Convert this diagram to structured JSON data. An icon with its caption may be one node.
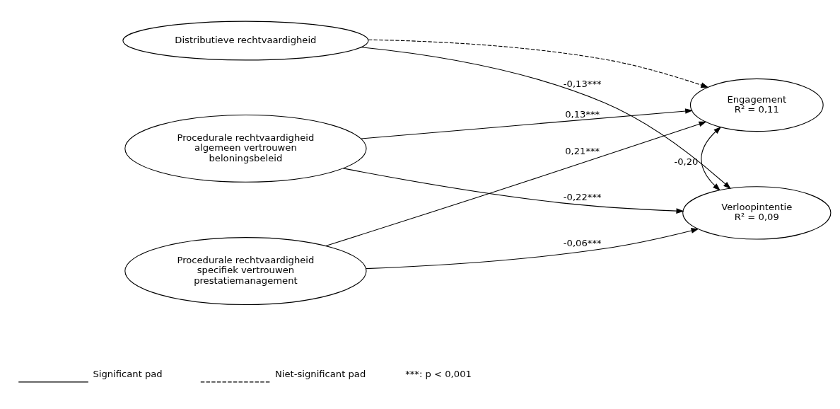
{
  "diagram": {
    "nodes": [
      {
        "text": [
          "Distributieve rechtvaardigheid"
        ]
      },
      {
        "text": [
          "Procedurale rechtvaardigheid algemeen vertrouwen beloningsbeleid"
        ]
      },
      {
        "text": [
          "Procedurale rechtvaardigheid specifiek vertrouwen prestatiemanagement"
        ]
      },
      {
        "text": [
          "Engagement",
          "R² = 0,11"
        ]
      },
      {
        "text": [
          "Verloopintentie",
          "R² = 0,09"
        ]
      }
    ],
    "edges": [
      {
        "from": 0,
        "to": 3,
        "arrow": "to",
        "style": "dashed"
      },
      {
        "from": 0,
        "to": 4,
        "arrow": "to",
        "label": "-0,13***"
      },
      {
        "from": 1,
        "to": 3,
        "arrow": "to",
        "label": "0,13***"
      },
      {
        "from": 1,
        "to": 4,
        "arrow": "to",
        "label": "-0,22***"
      },
      {
        "from": 2,
        "to": 3,
        "arrow": "to",
        "label": "0,21***"
      },
      {
        "from": 2,
        "to": 4,
        "arrow": "to",
        "label": "-0,06***"
      },
      {
        "from": 3,
        "to": 4,
        "arrow": "both",
        "label": "-0,20"
      }
    ],
    "labels": [
      "***: p < 0,001"
    ],
    "legend": [
      {
        "text": "Significant pad"
      },
      {
        "text": "Niet-significant pad"
      }
    ]
  }
}
